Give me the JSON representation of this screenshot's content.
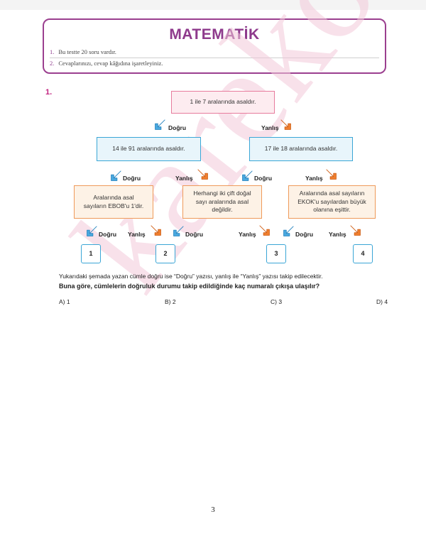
{
  "header": {
    "title": "MATEMATİK",
    "instructions": [
      {
        "num": "1.",
        "text": "Bu testte 20 soru vardır."
      },
      {
        "num": "2.",
        "text": "Cevaplarınızı, cevap kâğıdına işaretleyiniz."
      }
    ]
  },
  "question": {
    "number": "1.",
    "flow": {
      "root": "1 ile 7 aralarında asaldır.",
      "level2": [
        "14 ile 91 aralarında asaldır.",
        "17 ile 18 aralarında asaldır."
      ],
      "level3": [
        "Aralarında asal sayıların EBOB'u 1'dir.",
        "Herhangi iki çift doğal sayı aralarında asal değildir.",
        "Aralarında asal sayıların EKOK'u sayılardan büyük olanına eşittir."
      ],
      "true_label": "Doğru",
      "false_label": "Yanlış",
      "exits": [
        "1",
        "2",
        "3",
        "4"
      ]
    },
    "text": "Yukarıdaki şemada yazan cümle doğru ise “Doğru” yazısı, yanlış ile “Yanlış” yazısı takip edilecektir.",
    "prompt": "Buna göre, cümlelerin doğruluk durumu takip edildiğinde kaç numaralı çıkışa ulaşılır?",
    "options": [
      "A) 1",
      "B) 2",
      "C) 3",
      "D) 4"
    ]
  },
  "watermark": "karekök",
  "page_number": "3",
  "colors": {
    "title": "#8e3a8c",
    "true_arrow": "#4aa9e0",
    "false_arrow": "#f07f2e",
    "question_number": "#c2227f"
  },
  "icons": {
    "true_arrow": "arrow-down-left-icon",
    "false_arrow": "arrow-down-right-icon"
  }
}
